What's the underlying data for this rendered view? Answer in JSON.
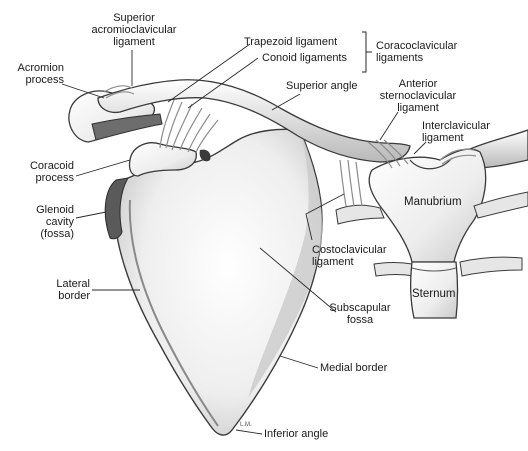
{
  "labels": {
    "superior_acromioclavicular_line1": "Superior",
    "superior_acromioclavicular_line2": "acromioclavicular",
    "superior_acromioclavicular_line3": "ligament",
    "acromion_line1": "Acromion",
    "acromion_line2": "process",
    "trapezoid": "Trapezoid ligament",
    "conoid": "Conoid ligaments",
    "coracoclavicular_line1": "Coracoclavicular",
    "coracoclavicular_line2": "ligaments",
    "superior_angle": "Superior angle",
    "anterior_sc_line1": "Anterior",
    "anterior_sc_line2": "sternoclavicular",
    "anterior_sc_line3": "ligament",
    "interclavicular_line1": "Interclavicular",
    "interclavicular_line2": "ligament",
    "coracoid_line1": "Coracoid",
    "coracoid_line2": "process",
    "glenoid_line1": "Glenoid",
    "glenoid_line2": "cavity",
    "glenoid_line3": "(fossa)",
    "manubrium": "Manubrium",
    "costoclavicular_line1": "Costoclavicular",
    "costoclavicular_line2": "ligament",
    "lateral_border_line1": "Lateral",
    "lateral_border_line2": "border",
    "sternum": "Sternum",
    "subscapular_line1": "Subscapular",
    "subscapular_line2": "fossa",
    "medial_border": "Medial border",
    "inferior_angle": "Inferior angle",
    "artist_initials": "L.M."
  },
  "colors": {
    "bone_fill": "#f2f2f2",
    "bone_shade": "#bdbdbd",
    "outline": "#3a3a3a",
    "ligament": "#9a9a9a",
    "text": "#1a1a1a"
  }
}
